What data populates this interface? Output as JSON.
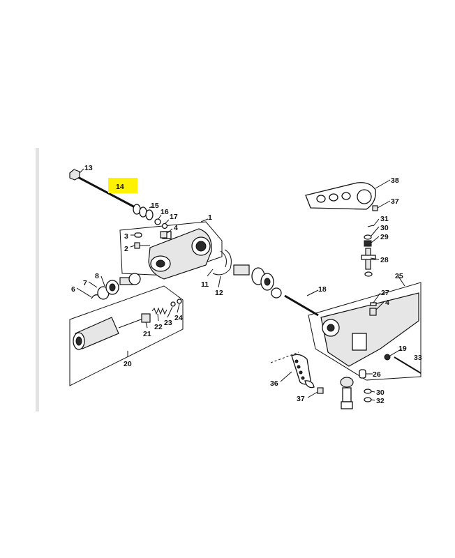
{
  "diagram": {
    "highlight_color": "#fff200",
    "callouts": {
      "c13": "13",
      "c14": "14",
      "c15": "15",
      "c16": "16",
      "c17": "17",
      "c1": "1",
      "c3": "3",
      "c4a": "4",
      "c2": "2",
      "c8": "8",
      "c7": "7",
      "c6": "6",
      "c11": "11",
      "c12": "12",
      "c18": "18",
      "c21": "21",
      "c22": "22",
      "c23": "23",
      "c24": "24",
      "c20": "20",
      "c38": "38",
      "c37a": "37",
      "c31": "31",
      "c30a": "30",
      "c29": "29",
      "c28": "28",
      "c25": "25",
      "c27": "27",
      "c4b": "4",
      "c19": "19",
      "c33": "33",
      "c26": "26",
      "c36": "36",
      "c37b": "37",
      "c30b": "30",
      "c32": "32"
    }
  }
}
